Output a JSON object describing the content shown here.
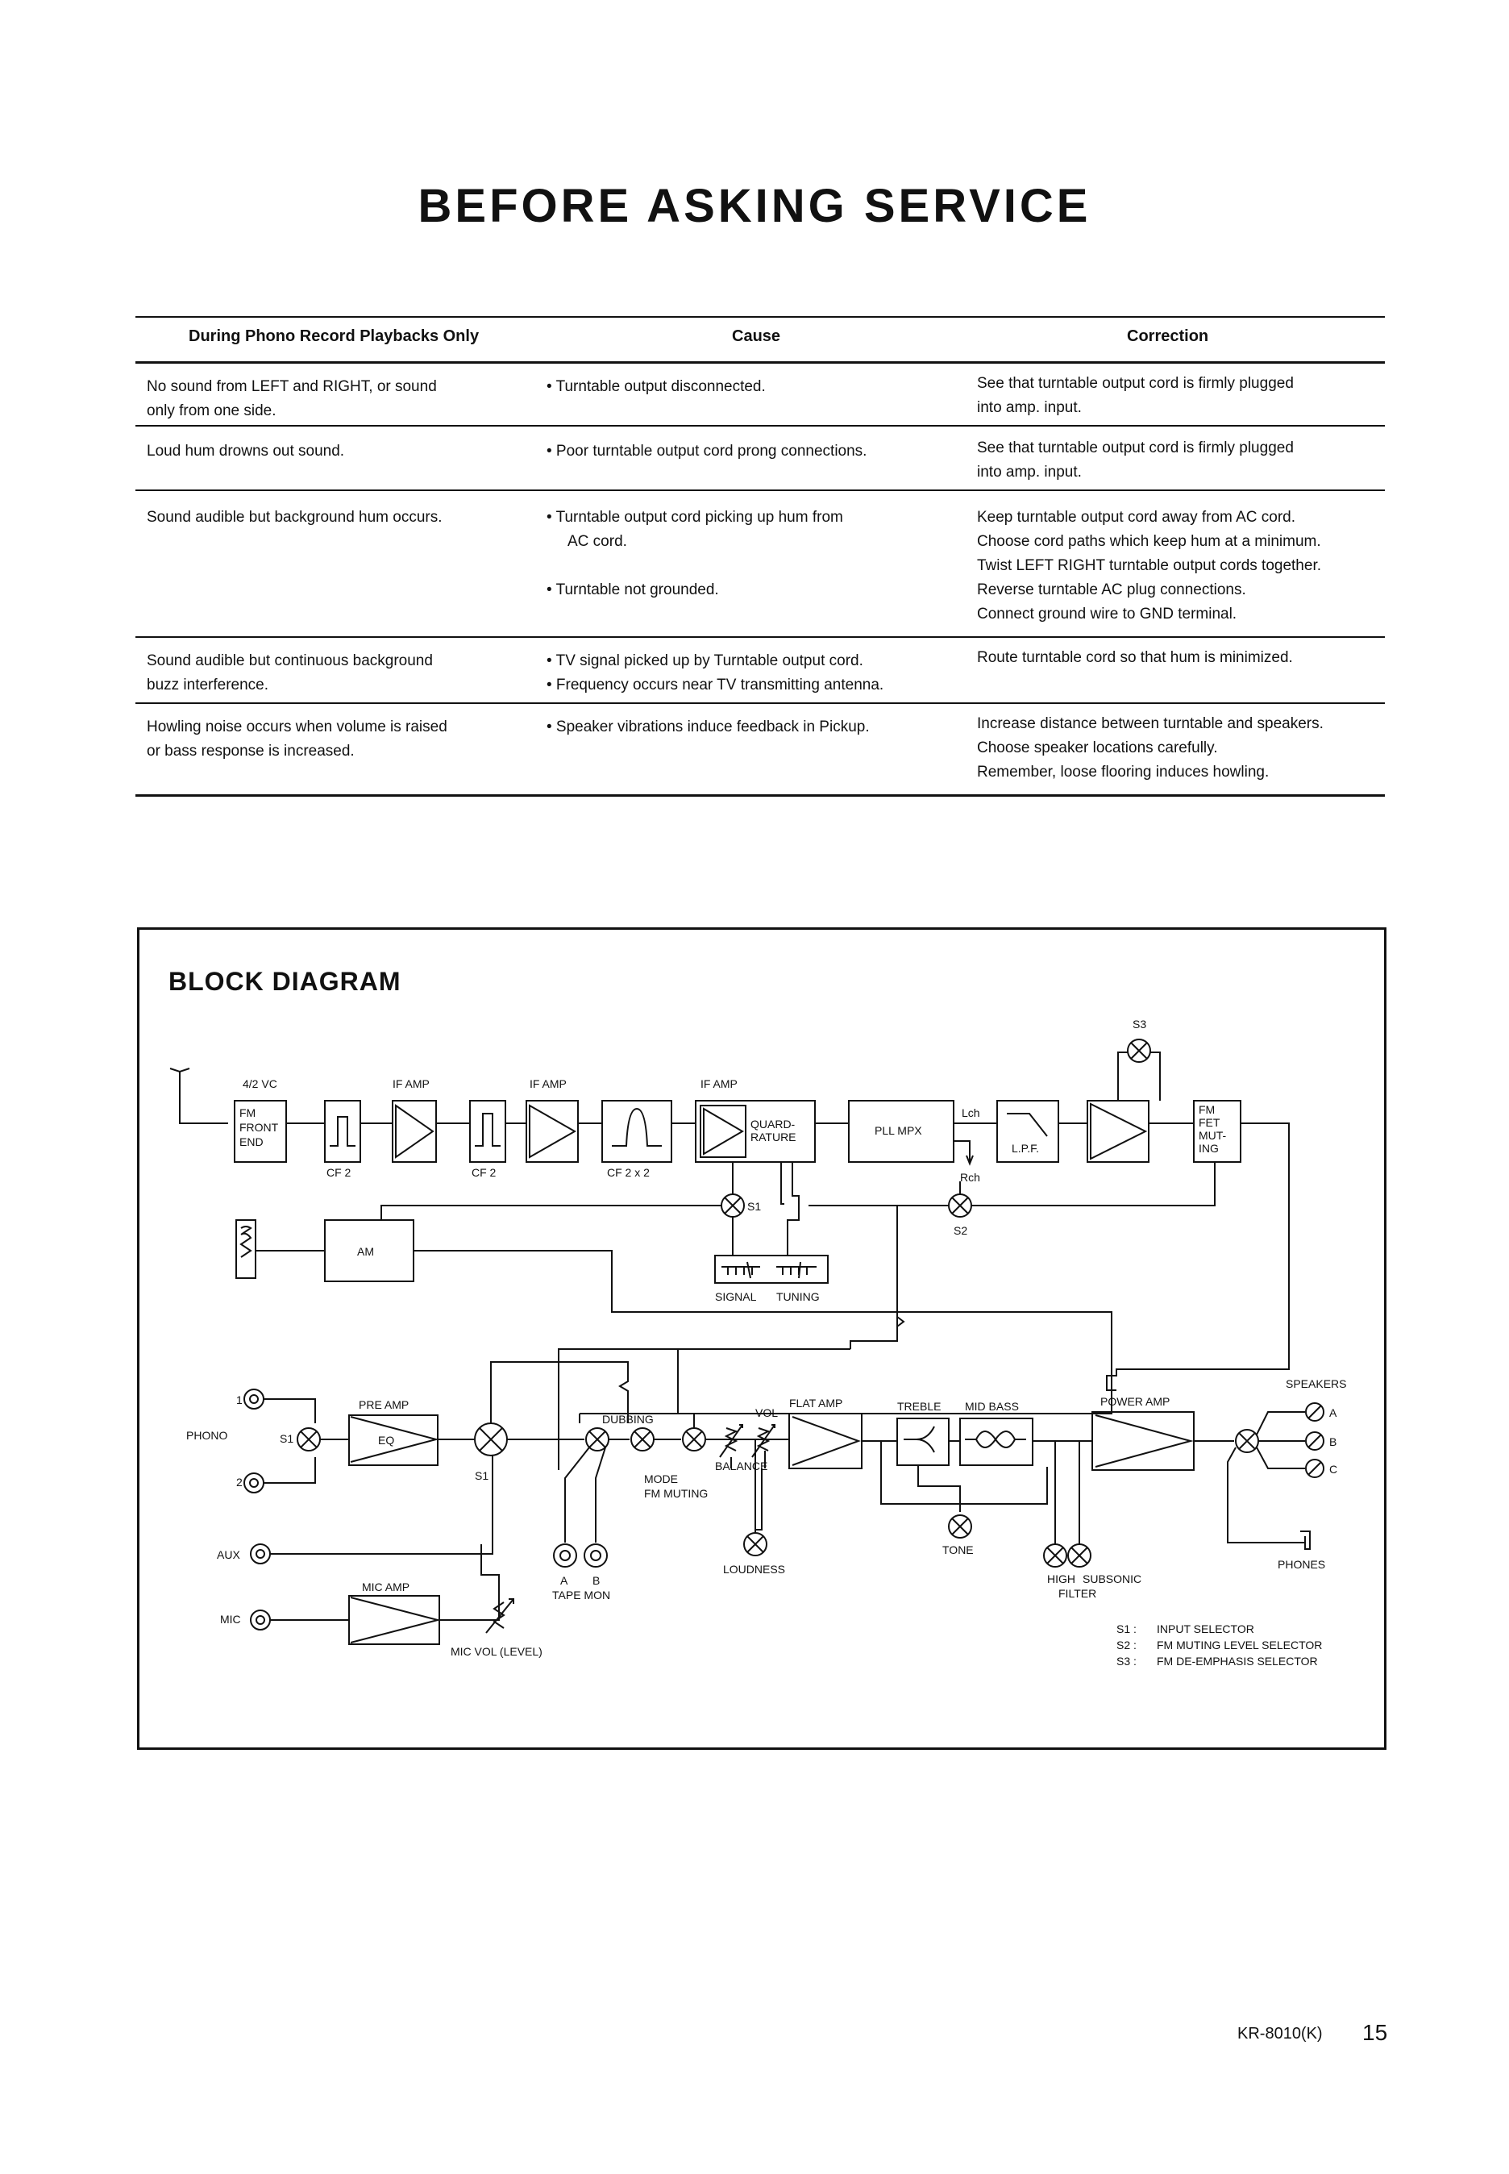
{
  "page": {
    "title": "BEFORE ASKING SERVICE",
    "model": "KR-8010(K)",
    "page_number": "15"
  },
  "table": {
    "headers": [
      "During Phono Record Playbacks Only",
      "Cause",
      "Correction"
    ],
    "rows": [
      {
        "symptom": [
          "No sound from LEFT and RIGHT, or sound",
          "only from one side."
        ],
        "causes": [
          "• Turntable output disconnected."
        ],
        "corrections": [
          "See that turntable output cord is firmly plugged",
          "into amp. input."
        ]
      },
      {
        "symptom": [
          "Loud hum drowns out sound."
        ],
        "causes": [
          "• Poor turntable output cord prong connections."
        ],
        "corrections": [
          "See that turntable output cord is firmly plugged",
          "into amp. input."
        ]
      },
      {
        "symptom": [
          "Sound audible but background hum occurs."
        ],
        "causes": [
          "• Turntable output cord picking up hum from",
          "AC cord.",
          "• Turntable not grounded."
        ],
        "corrections": [
          "Keep turntable output cord away from AC cord.",
          "Choose cord paths which keep hum at a minimum.",
          "Twist LEFT RIGHT turntable output cords together.",
          "Reverse turntable AC plug connections.",
          "Connect ground wire to GND terminal."
        ]
      },
      {
        "symptom": [
          "Sound audible but continuous background",
          "buzz interference."
        ],
        "causes": [
          "• TV signal picked up by Turntable output cord.",
          "• Frequency occurs near TV transmitting antenna."
        ],
        "corrections": [
          "Route turntable cord so that hum is minimized."
        ]
      },
      {
        "symptom": [
          "Howling noise occurs when volume is raised",
          "or bass response is increased."
        ],
        "causes": [
          "• Speaker vibrations induce feedback in Pickup."
        ],
        "corrections": [
          "Increase distance between turntable and speakers.",
          "Choose speaker locations carefully.",
          "Remember, loose flooring induces howling."
        ]
      }
    ]
  },
  "diagram": {
    "title": "BLOCK DIAGRAM",
    "labels": {
      "vc": "4/2 VC",
      "fm_front_end": [
        "FM",
        "FRONT",
        "END"
      ],
      "if_amp": "IF AMP",
      "cf2": "CF 2",
      "cf2x2": "CF 2 x 2",
      "quadrature": [
        "QUARD-",
        "RATURE"
      ],
      "pll_mpx": "PLL MPX",
      "lch": "Lch",
      "rch": "Rch",
      "lpf": "L.P.F.",
      "fm_fet_muting": [
        "FM",
        "FET",
        "MUT-",
        "ING"
      ],
      "s1": "S1",
      "s2": "S2",
      "s3": "S3",
      "am": "AM",
      "signal": "SIGNAL",
      "tuning": "TUNING",
      "phono": "PHONO",
      "in1": "1",
      "in2": "2",
      "pre_amp": "PRE AMP",
      "eq": "EQ",
      "aux": "AUX",
      "mic": "MIC",
      "mic_amp": "MIC AMP",
      "mic_vol": "MIC VOL (LEVEL)",
      "dubbing": "DUBBING",
      "a": "A",
      "b": "B",
      "tape_mon": "TAPE MON",
      "mode": "MODE",
      "fm_muting": "FM MUTING",
      "vol": "VOL",
      "balance": "BALANCE",
      "loudness": "LOUDNESS",
      "flat_amp": "FLAT AMP",
      "treble": "TREBLE",
      "mid_bass": "MID BASS",
      "tone": "TONE",
      "high": "HIGH",
      "subsonic": "SUBSONIC",
      "filter": "FILTER",
      "power_amp": "POWER AMP",
      "speakers": "SPEAKERS",
      "spk_a": "A",
      "spk_b": "B",
      "spk_c": "C",
      "phones": "PHONES"
    },
    "legend": [
      {
        "key": "S1 :",
        "value": "INPUT SELECTOR"
      },
      {
        "key": "S2 :",
        "value": "FM MUTING LEVEL SELECTOR"
      },
      {
        "key": "S3 :",
        "value": "FM DE-EMPHASIS SELECTOR"
      }
    ]
  }
}
